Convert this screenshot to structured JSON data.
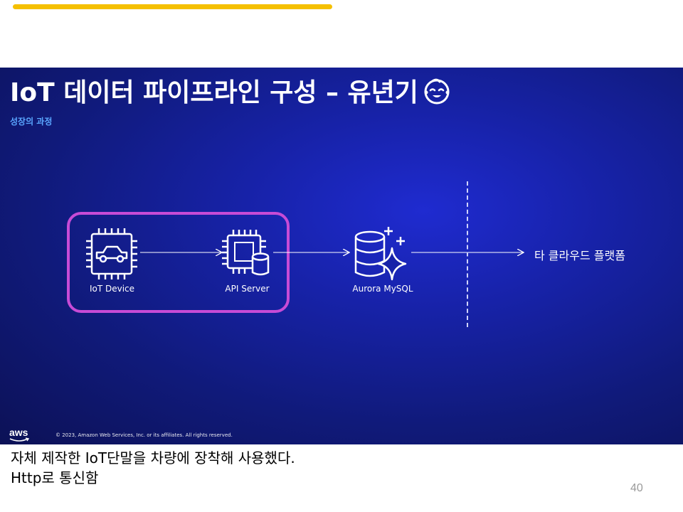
{
  "slide": {
    "title": "IoT 데이터 파이프라인 구성 – 유년기",
    "title_emoji": "baby-face-icon",
    "subtitle": "성장의 과정",
    "nodes": {
      "iot_device": "IoT Device",
      "api_server": "API Server",
      "aurora_mysql": "Aurora MySQL"
    },
    "target": "타 클라우드 플랫폼",
    "footer": {
      "logo": "aws",
      "copyright": "© 2023, Amazon Web Services, Inc. or its affiliates. All rights reserved."
    }
  },
  "notes": {
    "line1": "자체 제작한 IoT단말을 차량에 장착해 사용했다.",
    "line2": "Http로 통신함"
  },
  "page_number": "40",
  "colors": {
    "accent_bar": "#f5c000",
    "slide_background": "#1722a8",
    "group_border": "#c74bd6",
    "subtitle": "#5aa6ff"
  }
}
